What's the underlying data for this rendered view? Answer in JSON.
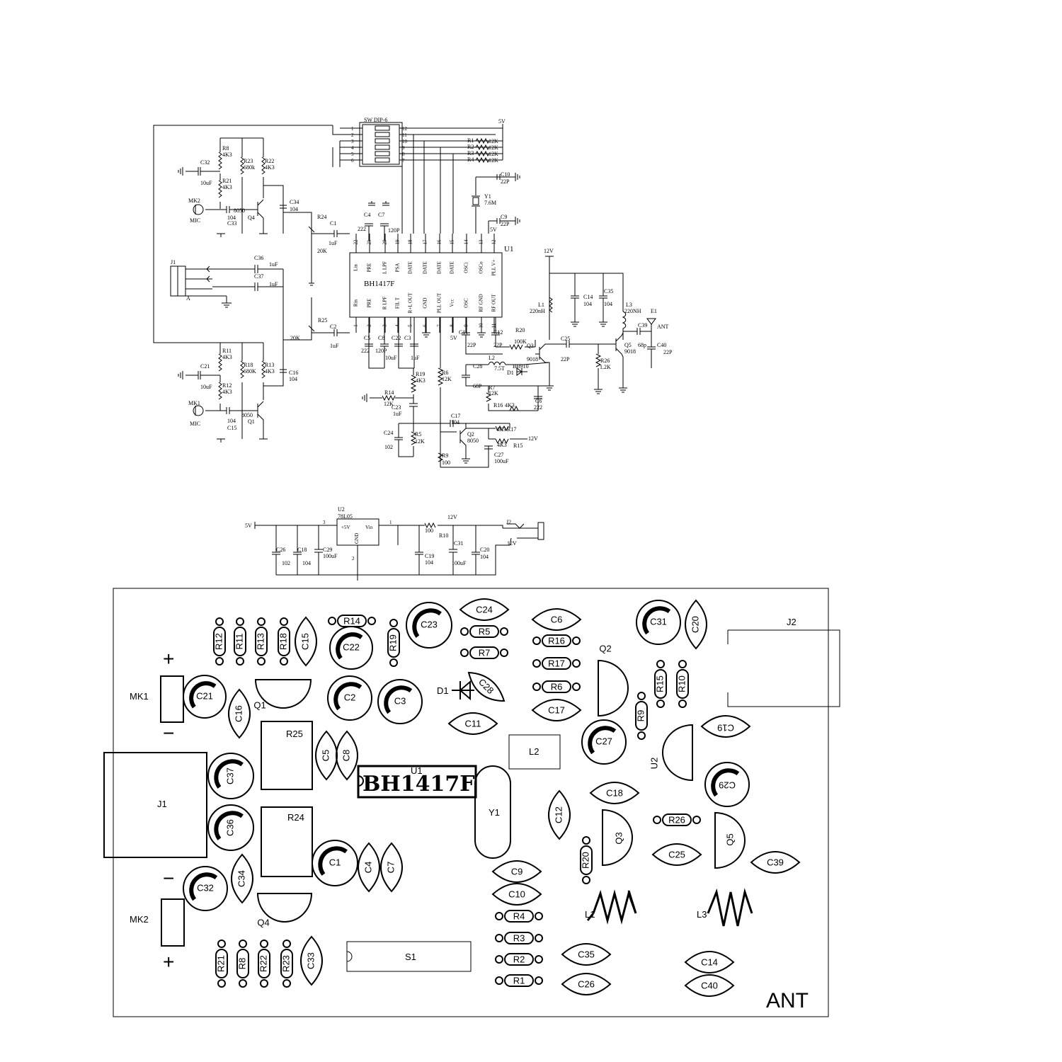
{
  "schematic": {
    "ic": {
      "ref": "U1",
      "part": "BH1417F",
      "top_pins": [
        "Lin",
        "PRE",
        "L LPF",
        "PSA",
        "DATE",
        "DATE",
        "DATE",
        "DATE",
        "OSCi",
        "OSCo",
        "PLL V+"
      ],
      "top_nums": [
        "22",
        "21",
        "20",
        "19",
        "18",
        "17",
        "16",
        "15",
        "14",
        "13",
        "12"
      ],
      "bot_pins": [
        "Rin",
        "PRE",
        "R LPF",
        "FIL T",
        "R+L OUT",
        "GND",
        "PLL OUT",
        "Vcc",
        "OSC",
        "RF GND",
        "RF OUT"
      ],
      "bot_nums": [
        "1",
        "2",
        "3",
        "4",
        "5",
        "6",
        "7",
        "8",
        "9",
        "10",
        "11"
      ]
    },
    "dip": {
      "title": "SW DIP-6",
      "left_nums": [
        "1",
        "2",
        "3",
        "4",
        "5",
        "6"
      ],
      "right_nums": [
        "12",
        "11",
        "10",
        "9",
        "8",
        "7"
      ]
    },
    "labels": {
      "v5_top": "5V",
      "v5_pll": "5V",
      "v5_vcc": "5V",
      "v12_top": "12V",
      "v12_r15": "12V",
      "r1": "R1",
      "r2": "R2",
      "r3": "R3",
      "r4": "R4",
      "r1v": "12K",
      "r2v": "12K",
      "r3v": "12K",
      "r4v": "12K",
      "c10": "C10",
      "c10v": "22P",
      "c9": "C9",
      "c9v": "22P",
      "y1": "Y1",
      "y1v": "7.6M",
      "r8": "R8",
      "r8v": "4K3",
      "r23": "R23",
      "r23v": "680k",
      "r22": "R22",
      "r22v": "4K3",
      "c32": "C32",
      "c32v": "10uF",
      "r21": "R21",
      "r21v": "4K3",
      "mk2": "MK2",
      "mic2": "MIC",
      "q4_part": "8050",
      "q4": "Q4",
      "c33v": "104",
      "c33": "C33",
      "c34": "C34",
      "c34v": "104",
      "r24": "R24",
      "r24v": "20K",
      "c1": "C1",
      "c1v": "1uF",
      "c4": "C4",
      "c7": "C7",
      "c4v": "222",
      "c7v": "120P",
      "j1": "J1",
      "j1a": "A",
      "c36": "C36",
      "c36v": "1uF",
      "c37": "C37",
      "c37v": "1uF",
      "r25": "R25",
      "r25v": "20K",
      "c2": "C2",
      "c2v": "1uF",
      "r11": "R11",
      "r11v": "4K3",
      "r18": "R18",
      "r18v": "680K",
      "r13": "R13",
      "r13v": "4K3",
      "c21": "C21",
      "c21v": "10uF",
      "r12": "R12",
      "r12v": "4K3",
      "c16": "C16",
      "c16v": "104",
      "mk1": "MK1",
      "mic1": "MIC",
      "c15v": "104",
      "c15": "C15",
      "q1_part": "8050",
      "q1": "Q1",
      "c5": "C5",
      "c8": "C8",
      "c5v": "222",
      "c8v": "120P",
      "c22": "C22",
      "c3": "C3",
      "c22v": "10uF",
      "c3v": "1uF",
      "r14": "R14",
      "r14v": "12K",
      "r19": "R19",
      "r19v": "4K3",
      "c23": "C23",
      "c23v": "1uF",
      "r6": "R6",
      "r6v": "12K",
      "c24": "C24",
      "c24v": "102",
      "r5": "R5",
      "r5v": "12K",
      "r9": "R9",
      "r9v": "100",
      "c17": "C17",
      "c17v": "104",
      "q2": "Q2",
      "q2v": "8050",
      "r17": "R17",
      "r17v": "4K3",
      "r15": "R15",
      "r15v": "4K3",
      "c27": "C27",
      "c27v": "100uF",
      "c11": "C11",
      "c11v": "22P",
      "c12": "C12",
      "c12v": "22P",
      "r20": "R20",
      "r20v": "100K",
      "q3": "Q3",
      "q3v": "9018",
      "l2": "L2",
      "l2v": "7.5T",
      "c28": "C28",
      "c28v": "68P",
      "bb910": "BB910",
      "d1": "D1",
      "r7": "R7",
      "r7v": "12K",
      "r16": "R16",
      "r16v": "4K3",
      "c6": "C6",
      "c6v": "222",
      "v12_l1": "12V",
      "l1": "L1",
      "l1v": "220nH",
      "c14": "C14",
      "c14v": "104",
      "c35": "C35",
      "c35v": "104",
      "l3": "L3",
      "l3v": "220NH",
      "e1": "E1",
      "ant": "ANT",
      "c39": "C39",
      "c39v": "68p",
      "c25": "C25",
      "c25v": "22P",
      "r26": "R26",
      "r26v": "1.2K",
      "q5": "Q5",
      "q5v": "9018",
      "c40": "C40",
      "c40v": "22P"
    }
  },
  "power": {
    "u2": "U2",
    "u2v": "78L05",
    "pin_out": "+5V",
    "pin_in": "Vin",
    "pin_gnd": "GND",
    "n3": "3",
    "n1": "1",
    "n2": "2",
    "v5": "5V",
    "v12a": "12V",
    "v12b": "12V",
    "j2": "J2",
    "r10v": "100",
    "r10": "R10",
    "c26": "C26",
    "c26v": "102",
    "c18": "C18",
    "c18v": "104",
    "c29": "C29",
    "c29v": "100uF",
    "c19": "C19",
    "c19v": "104",
    "c31": "C31",
    "c31v": "100uF",
    "c20": "C20",
    "c20v": "104"
  },
  "pcb": {
    "ic": "BH1417F",
    "ic_ref": "U1",
    "ant": "ANT",
    "plus": "+",
    "minus": "−",
    "parts": {
      "R12": "R12",
      "R11": "R11",
      "R13": "R13",
      "R18": "R18",
      "C15": "C15",
      "R14": "R14",
      "C22": "C22",
      "R19": "R19",
      "C23": "C23",
      "C24": "C24",
      "R5": "R5",
      "R7": "R7",
      "C6": "C6",
      "R16": "R16",
      "R17": "R17",
      "R6": "R6",
      "C17": "C17",
      "Q2": "Q2",
      "C31": "C31",
      "C20": "C20",
      "J2": "J2",
      "MK1": "MK1",
      "C21": "C21",
      "C16": "C16",
      "Q1": "Q1",
      "C2": "C2",
      "C3": "C3",
      "D1": "D1",
      "C28": "C28",
      "C11": "C11",
      "R15": "R15",
      "R10": "R10",
      "R9": "R9",
      "C19": "C19",
      "C27": "C27",
      "L2": "L2",
      "U2": "U2",
      "R25": "R25",
      "C5": "C5",
      "C8": "C8",
      "C37": "C37",
      "J1": "J1",
      "C29": "C29",
      "C18": "C18",
      "C36": "C36",
      "R24": "R24",
      "Y1": "Y1",
      "C12": "C12",
      "Q3": "Q3",
      "R26": "R26",
      "Q5": "Q5",
      "C1": "C1",
      "C4": "C4",
      "C7": "C7",
      "R20": "R20",
      "C25": "C25",
      "C39": "C39",
      "C32": "C32",
      "C34": "C34",
      "C9": "C9",
      "C10": "C10",
      "L1": "L1",
      "L3": "L3",
      "MK2": "MK2",
      "Q4": "Q4",
      "R4": "R4",
      "R3": "R3",
      "S1": "S1",
      "C35": "C35",
      "C14": "C14",
      "R21": "R21",
      "R8": "R8",
      "R22": "R22",
      "R23": "R23",
      "C33": "C33",
      "R2": "R2",
      "C26": "C26",
      "C40": "C40",
      "R1": "R1"
    }
  }
}
